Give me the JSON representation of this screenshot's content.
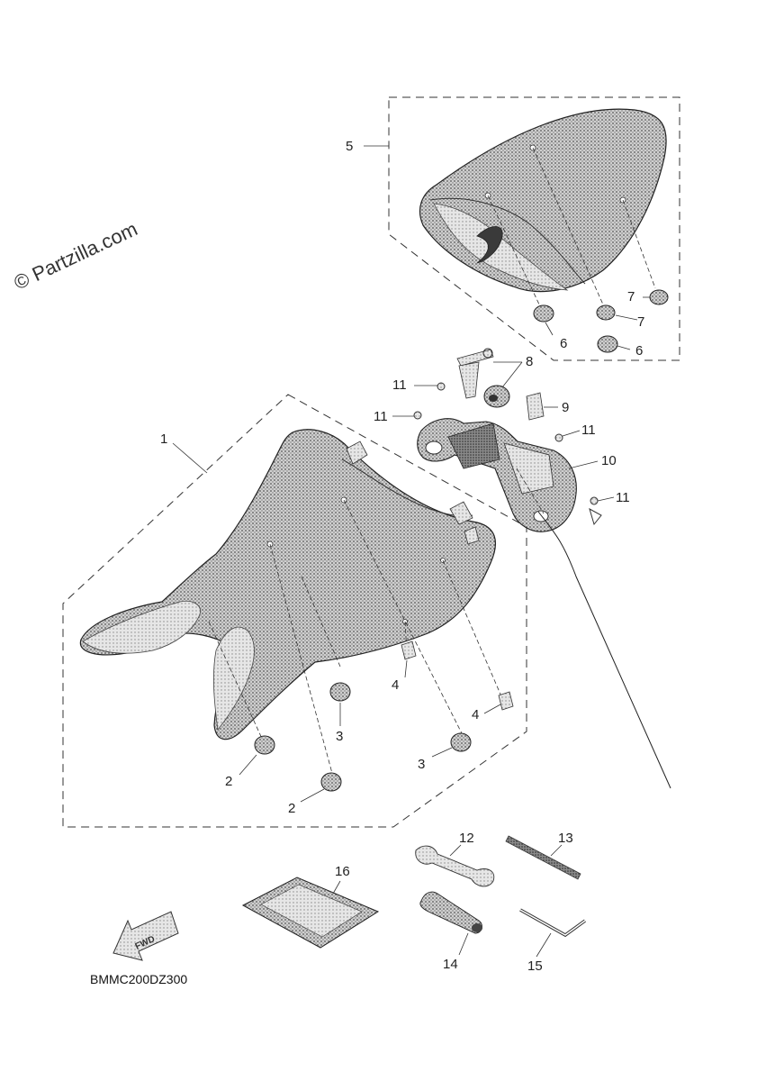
{
  "watermark": "© Partzilla.com",
  "diagram_code": "BMMC200DZ300",
  "direction_label": "FWD",
  "callouts": {
    "c1": "1",
    "c2a": "2",
    "c2b": "2",
    "c3a": "3",
    "c3b": "3",
    "c4a": "4",
    "c4b": "4",
    "c5": "5",
    "c6a": "6",
    "c6b": "6",
    "c7a": "7",
    "c7b": "7",
    "c8": "8",
    "c9": "9",
    "c10": "10",
    "c11a": "11",
    "c11b": "11",
    "c11c": "11",
    "c11d": "11",
    "c12": "12",
    "c13": "13",
    "c14": "14",
    "c15": "15",
    "c16": "16"
  }
}
